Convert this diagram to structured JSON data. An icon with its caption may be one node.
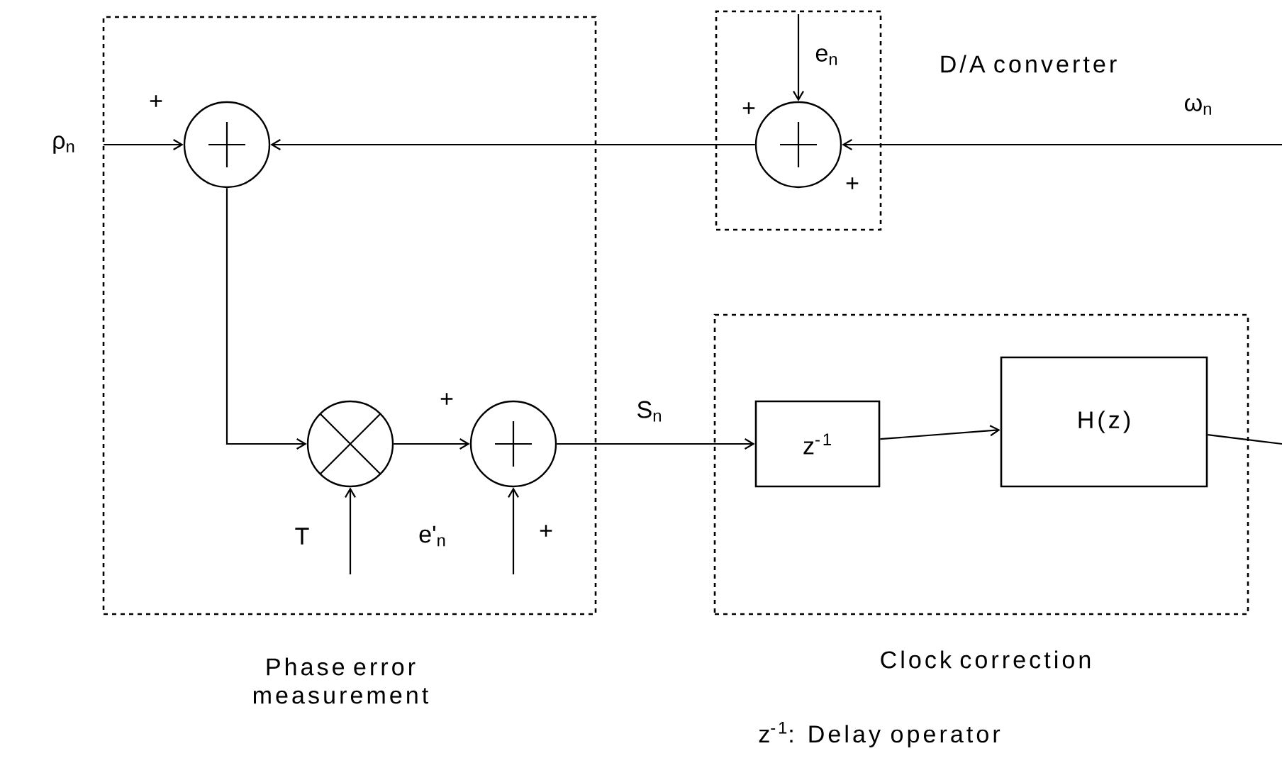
{
  "diagram": {
    "nodes": [
      {
        "text": [
          "Phase error measurement"
        ]
      },
      {
        "text": [],
        "shape": "circle",
        "in": 0
      },
      {
        "text": [],
        "shape": "circle",
        "in": 0
      },
      {
        "text": [],
        "shape": "circle",
        "in": 0
      },
      {
        "text": [
          "D/A converter"
        ]
      },
      {
        "text": [],
        "shape": "circle",
        "in": 4
      },
      {
        "text": [
          "Clock correction"
        ]
      },
      {
        "text": [
          "z$^{-1}$"
        ],
        "in": 6
      },
      {
        "text": [
          "H(z)"
        ],
        "in": 6
      }
    ],
    "edges": [
      {
        "from": null,
        "to": 1,
        "arrow": "to",
        "label": "ρ$_{n}$"
      },
      {
        "from": 5,
        "to": 1,
        "arrow": "to"
      },
      {
        "from": null,
        "to": 5,
        "arrow": "to",
        "label": "ω$_{n}$"
      },
      {
        "from": null,
        "to": 5,
        "arrow": "to",
        "label": "e$_{n}$"
      },
      {
        "from": 1,
        "to": 2,
        "arrow": "to"
      },
      {
        "from": 2,
        "to": 3,
        "arrow": "to"
      },
      {
        "from": null,
        "to": 2,
        "arrow": "to",
        "label": "T"
      },
      {
        "from": null,
        "to": 3,
        "arrow": "to",
        "label": "e'$_{n}$"
      },
      {
        "from": 3,
        "to": 7,
        "arrow": "to",
        "label": "S$_{n}$"
      },
      {
        "from": 7,
        "to": 8,
        "arrow": "to"
      },
      {
        "from": 8,
        "to": null,
        "arrow": "none"
      }
    ],
    "labels": [
      "+",
      "+",
      "+",
      "+",
      "+",
      "z$^{-1}$: Delay operator"
    ]
  }
}
